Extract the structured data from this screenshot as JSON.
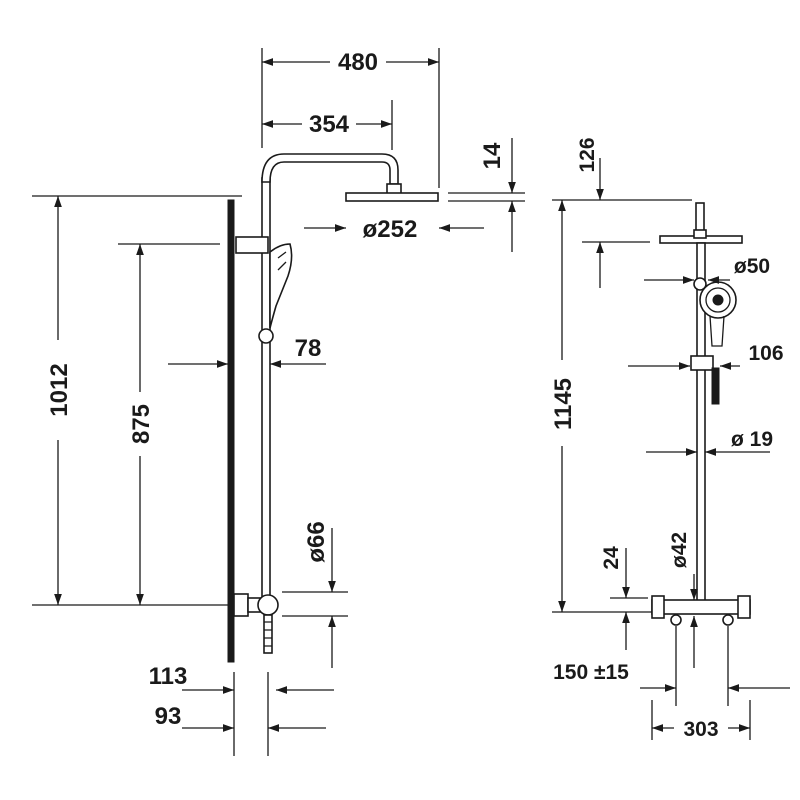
{
  "dimensions": {
    "width_overall": "480",
    "arm_reach": "354",
    "head_diameter": "ø252",
    "head_thickness": "14",
    "height_total": "1012",
    "height_holder": "875",
    "wall_offset": "78",
    "outlet_diameter": "ø66",
    "depth_113": "113",
    "depth_93": "93",
    "top_offset": "126",
    "height_side": "1145",
    "handshower_diameter": "ø50",
    "holder_depth": "106",
    "rail_diameter": "ø 19",
    "valve_height": "24",
    "valve_diameter": "ø42",
    "centers": "150 ±15",
    "valve_width": "303"
  },
  "colors": {
    "ink": "#1a1a1a",
    "background": "#ffffff"
  }
}
